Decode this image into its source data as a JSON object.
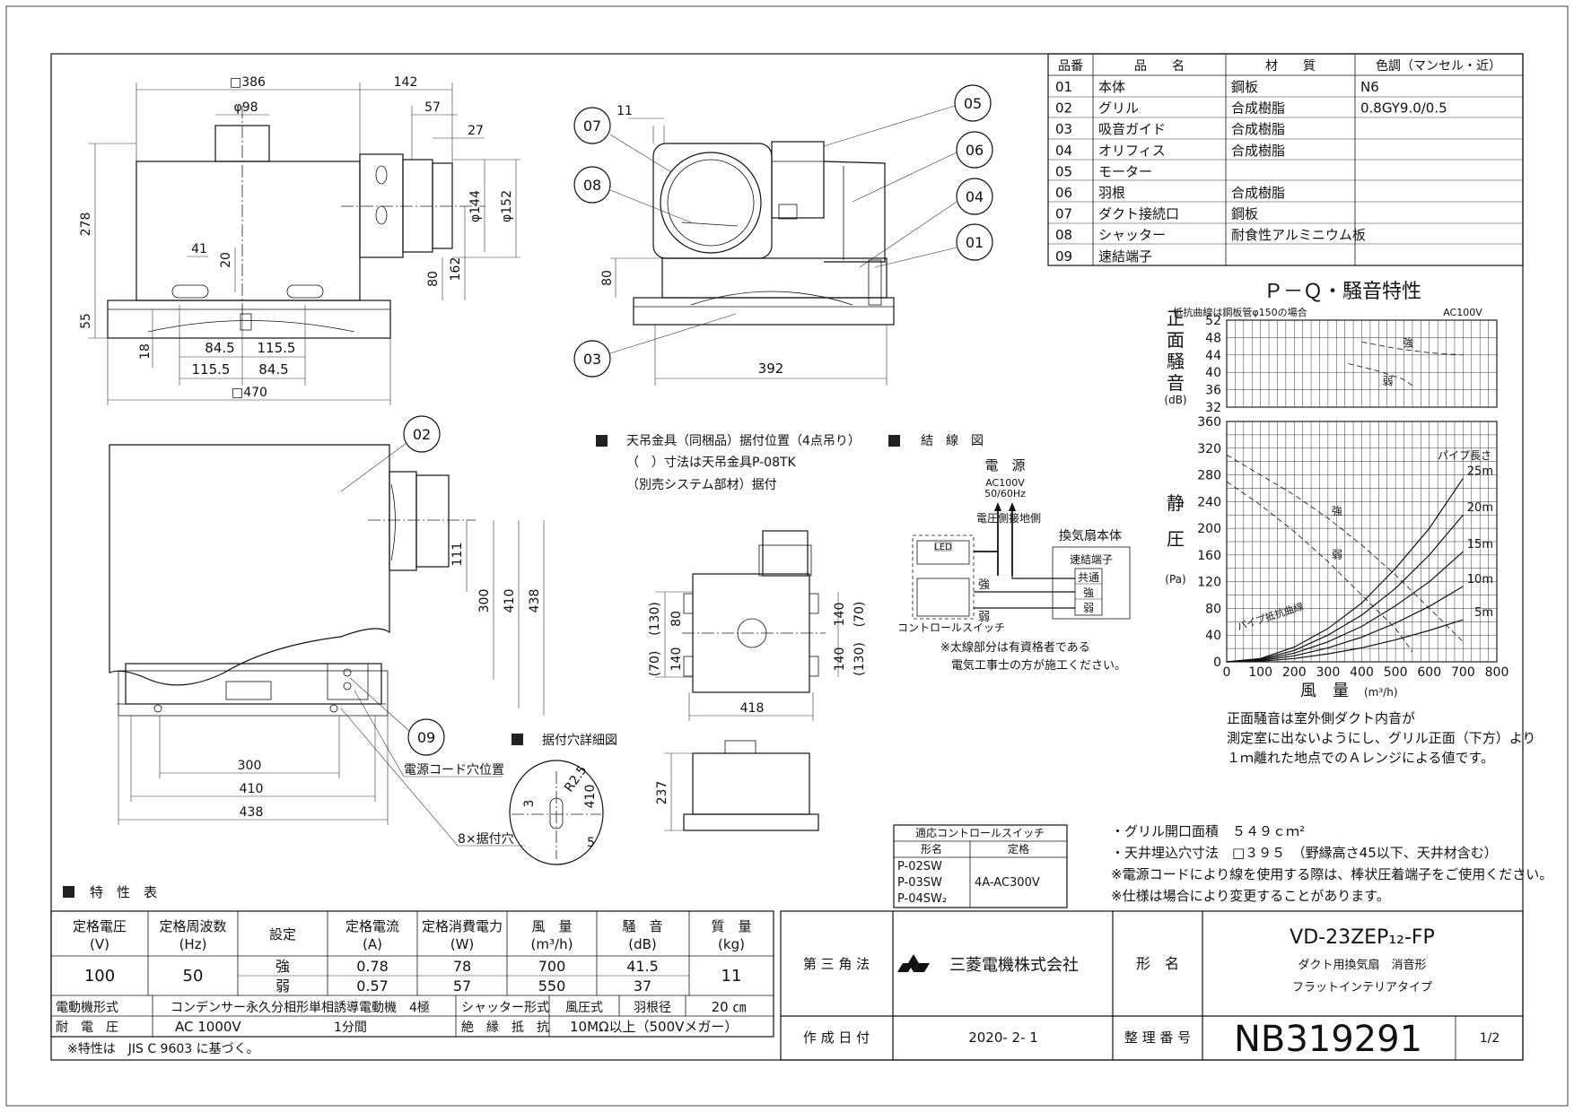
{
  "parts_table": {
    "headers": [
      "品番",
      "品　　名",
      "材　　質",
      "色調（マンセル・近）"
    ],
    "rows": [
      [
        "01",
        "本体",
        "鋼板",
        "N6"
      ],
      [
        "02",
        "グリル",
        "合成樹脂",
        "0.8GY9.0/0.5"
      ],
      [
        "03",
        "吸音ガイド",
        "合成樹脂",
        ""
      ],
      [
        "04",
        "オリフィス",
        "合成樹脂",
        ""
      ],
      [
        "05",
        "モーター",
        "",
        ""
      ],
      [
        "06",
        "羽根",
        "合成樹脂",
        ""
      ],
      [
        "07",
        "ダクト接続口",
        "鋼板",
        ""
      ],
      [
        "08",
        "シャッター",
        "耐食性アルミニウム板",
        ""
      ],
      [
        "09",
        "速結端子",
        "",
        ""
      ]
    ]
  },
  "top_view_dims": {
    "d386": "□386",
    "d142": "142",
    "d98": "φ98",
    "d57": "57",
    "d27": "27",
    "d278": "278",
    "d144": "φ144",
    "d152": "φ152",
    "d41": "41",
    "d20": "20",
    "d80": "80",
    "d162": "162",
    "d55": "55",
    "d18": "18",
    "d845a": "84.5",
    "d1155a": "115.5",
    "d1155b": "115.5",
    "d845b": "84.5",
    "d470": "□470"
  },
  "side_view": {
    "d11": "11",
    "d80": "80",
    "d392": "392",
    "labels": [
      "05",
      "06",
      "04",
      "01",
      "07",
      "08",
      "03"
    ]
  },
  "front_view": {
    "label02": "02",
    "label09": "09",
    "d111": "111",
    "d300v": "300",
    "d410v": "410",
    "d438v": "438",
    "d300": "300",
    "d410": "410",
    "d438": "438",
    "cord": "電源コード穴位置",
    "holes": "8×据付穴"
  },
  "ceiling_note": {
    "line1": "天吊金具（同梱品）据付位置（4点吊り）",
    "line2": "（　）寸法は天吊金具P-08TK",
    "line3": "（別売システム部材）据付"
  },
  "mount_view": {
    "d70l": "(70)",
    "d130l": "(130)",
    "d140l": "140",
    "d80l": "80",
    "d140r": "140",
    "d130r": "(130)",
    "d70r": "(70)",
    "d140r2": "140",
    "d418": "418",
    "d237": "237"
  },
  "hole_detail": {
    "title": "据付穴詳細図",
    "r": "R2.5",
    "d3": "3",
    "d410": "410",
    "d5": "5"
  },
  "wiring": {
    "title": "結　線　図",
    "power": "電　源",
    "ac": "AC100V",
    "hz": "50/60Hz",
    "pressure_side": "電圧側",
    "ground_side": "接地側",
    "body": "換気扇本体",
    "terminal": "速結端子",
    "t_common": "共通",
    "t_strong": "強",
    "t_weak": "弱",
    "strong": "強",
    "weak": "弱",
    "led": "LED",
    "switch": "コントロールスイッチ",
    "note1": "※太線部分は有資格者である",
    "note2": "電気工事士の方が施工ください。"
  },
  "switch_table": {
    "title": "適応コントロールスイッチ",
    "h1": "形名",
    "h2": "定格",
    "models": [
      "P-02SW",
      "P-03SW",
      "P-04SW₂"
    ],
    "rating": "4A-AC300V"
  },
  "chart_data": {
    "type": "line",
    "title": "Ｐ－Ｑ・騒音特性",
    "resistance_note": "抵抗曲線は鋼板管φ150の場合",
    "voltage": "AC100V",
    "noise_axis": {
      "label": "正面騒音",
      "unit": "(dB)",
      "ylim": [
        32,
        52
      ],
      "ticks": [
        "52",
        "48",
        "44",
        "40",
        "36",
        "32"
      ]
    },
    "pressure_axis": {
      "label": "静圧",
      "unit": "(Pa)",
      "ylim": [
        0,
        360
      ],
      "ticks": [
        "360",
        "320",
        "280",
        "240",
        "200",
        "160",
        "120",
        "80",
        "40",
        "0"
      ]
    },
    "x_axis": {
      "label": "風　量",
      "unit": "(m³/h)",
      "xlim": [
        0,
        800
      ],
      "ticks": [
        "0",
        "100",
        "200",
        "300",
        "400",
        "500",
        "600",
        "700",
        "800"
      ]
    },
    "pipe_label": "パイプ長さ",
    "pipe_resistance_label": "パイプ抵抗曲線",
    "noise_series": [
      {
        "name": "強",
        "x": [
          400,
          500,
          600,
          700
        ],
        "y": [
          47,
          45.5,
          44.5,
          44
        ]
      },
      {
        "name": "弱",
        "x": [
          360,
          440,
          520,
          550
        ],
        "y": [
          42,
          40.5,
          38.5,
          37
        ]
      }
    ],
    "pq_series": [
      {
        "name": "強",
        "x": [
          0,
          100,
          200,
          300,
          400,
          500,
          600,
          700
        ],
        "y": [
          310,
          280,
          250,
          215,
          175,
          130,
          80,
          30
        ]
      },
      {
        "name": "弱",
        "x": [
          0,
          100,
          200,
          300,
          400,
          500,
          550
        ],
        "y": [
          270,
          235,
          195,
          150,
          100,
          50,
          15
        ]
      }
    ],
    "pipe_curves": [
      {
        "name": "25m",
        "x": [
          0,
          100,
          200,
          300,
          400,
          500,
          600,
          700
        ],
        "y": [
          0,
          5,
          22,
          50,
          88,
          140,
          200,
          275
        ]
      },
      {
        "name": "20m",
        "x": [
          0,
          100,
          200,
          300,
          400,
          500,
          600,
          700
        ],
        "y": [
          0,
          4,
          17,
          40,
          70,
          110,
          160,
          220
        ]
      },
      {
        "name": "15m",
        "x": [
          0,
          100,
          200,
          300,
          400,
          500,
          600,
          700
        ],
        "y": [
          0,
          3,
          13,
          30,
          53,
          84,
          120,
          165
        ]
      },
      {
        "name": "10m",
        "x": [
          0,
          100,
          200,
          300,
          400,
          500,
          600,
          700
        ],
        "y": [
          0,
          2,
          9,
          21,
          37,
          58,
          83,
          113
        ]
      },
      {
        "name": "5m",
        "x": [
          0,
          100,
          200,
          300,
          400,
          500,
          600,
          700
        ],
        "y": [
          0,
          1,
          5,
          12,
          21,
          33,
          47,
          63
        ]
      }
    ]
  },
  "noise_note": {
    "line1": "正面騒音は室外側ダクト内音が",
    "line2": "測定室に出ないようにし、グリル正面（下方）より",
    "line3": "１ｍ離れた地点でのＡレンジによる値です。"
  },
  "spec_notes": [
    "・グリル開口面積　５４９ｃｍ²",
    "・天井埋込穴寸法　□３９５　（野縁高さ45以下、天井材含む）",
    "※電源コードにより線を使用する際は、棒状圧着端子をご使用ください。",
    "※仕様は場合により変更することがあります。"
  ],
  "char_table": {
    "title": "特　性　表",
    "headers": [
      [
        "定格電圧",
        "(V)"
      ],
      [
        "定格周波数",
        "(Hz)"
      ],
      [
        "設定"
      ],
      [
        "定格電流",
        "(A)"
      ],
      [
        "定格消費電力",
        "(W)"
      ],
      [
        "風　量",
        "(m³/h)"
      ],
      [
        "騒　音",
        "(dB)"
      ],
      [
        "質　量",
        "(kg)"
      ]
    ],
    "voltage": "100",
    "frequency": "50",
    "mass": "11",
    "rows": [
      [
        "強",
        "0.78",
        "78",
        "700",
        "41.5"
      ],
      [
        "弱",
        "0.57",
        "57",
        "550",
        "37"
      ]
    ],
    "motor_label": "電動機形式",
    "motor_value": "コンデンサー永久分相形単相誘導電動機　4極",
    "shutter_label": "シャッター形式",
    "shutter_value": "風圧式",
    "blade_label": "羽根径",
    "blade_value": "20 ㎝",
    "withstand_label": "耐　電　圧",
    "withstand_value": "AC 1000V",
    "withstand_time": "1分間",
    "insulation_label": "絶　縁　抵　抗",
    "insulation_value": "10MΩ以上（500Vメガー）",
    "footnote": "※特性は　JIS C 9603 に基づく。"
  },
  "title_block": {
    "projection": "第 三 角 法",
    "company": "三菱電機株式会社",
    "model_label": "形　名",
    "model": "VD-23ZEP₁₂-FP",
    "desc1": "ダクト用換気扇　消音形",
    "desc2": "フラットインテリアタイプ",
    "date_label": "作 成 日 付",
    "date": "2020- 2- 1",
    "number_label": "整 理 番 号",
    "number": "NB319291",
    "page": "1/2"
  }
}
